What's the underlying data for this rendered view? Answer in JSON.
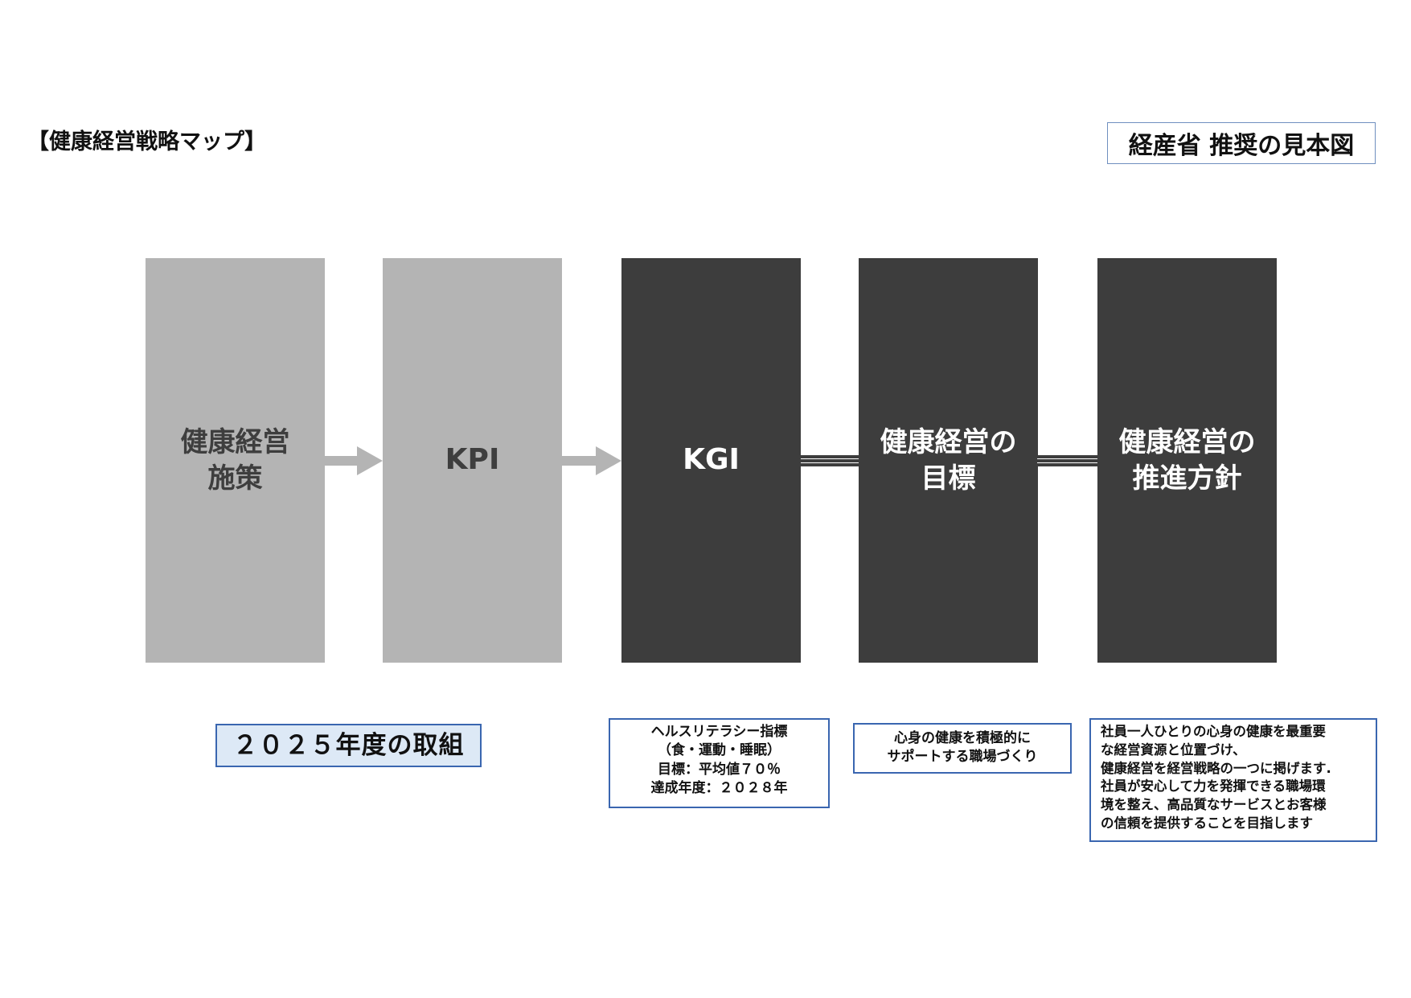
{
  "title": "【健康経営戦略マップ】",
  "badge": "経産省 推奨の見本図",
  "boxes": [
    {
      "label": "健康経営\n施策"
    },
    {
      "label": "KPI"
    },
    {
      "label": "KGI"
    },
    {
      "label": "健康経営の\n目標"
    },
    {
      "label": "健康経営の\n推進方針"
    }
  ],
  "year_label": "２０２５年度の取組",
  "notes": {
    "kgi": "ヘルスリテラシー指標\n（食・運動・睡眠）\n目標：平均値７０％\n達成年度：２０２８年",
    "goal": "心身の健康を積極的に\nサポートする職場づくり",
    "policy": "社員一人ひとりの心身の健康を最重要\nな経営資源と位置づけ、\n健康経営を経営戦略の一つに掲げます.\n社員が安心して力を発揮できる職場環\n境を整え、高品質なサービスとお客様\nの信頼を提供することを目指します"
  },
  "colors": {
    "light": "#b4b4b4",
    "dark": "#3d3d3d",
    "accent": "#3a66b0",
    "year_bg": "#dde9f6"
  }
}
